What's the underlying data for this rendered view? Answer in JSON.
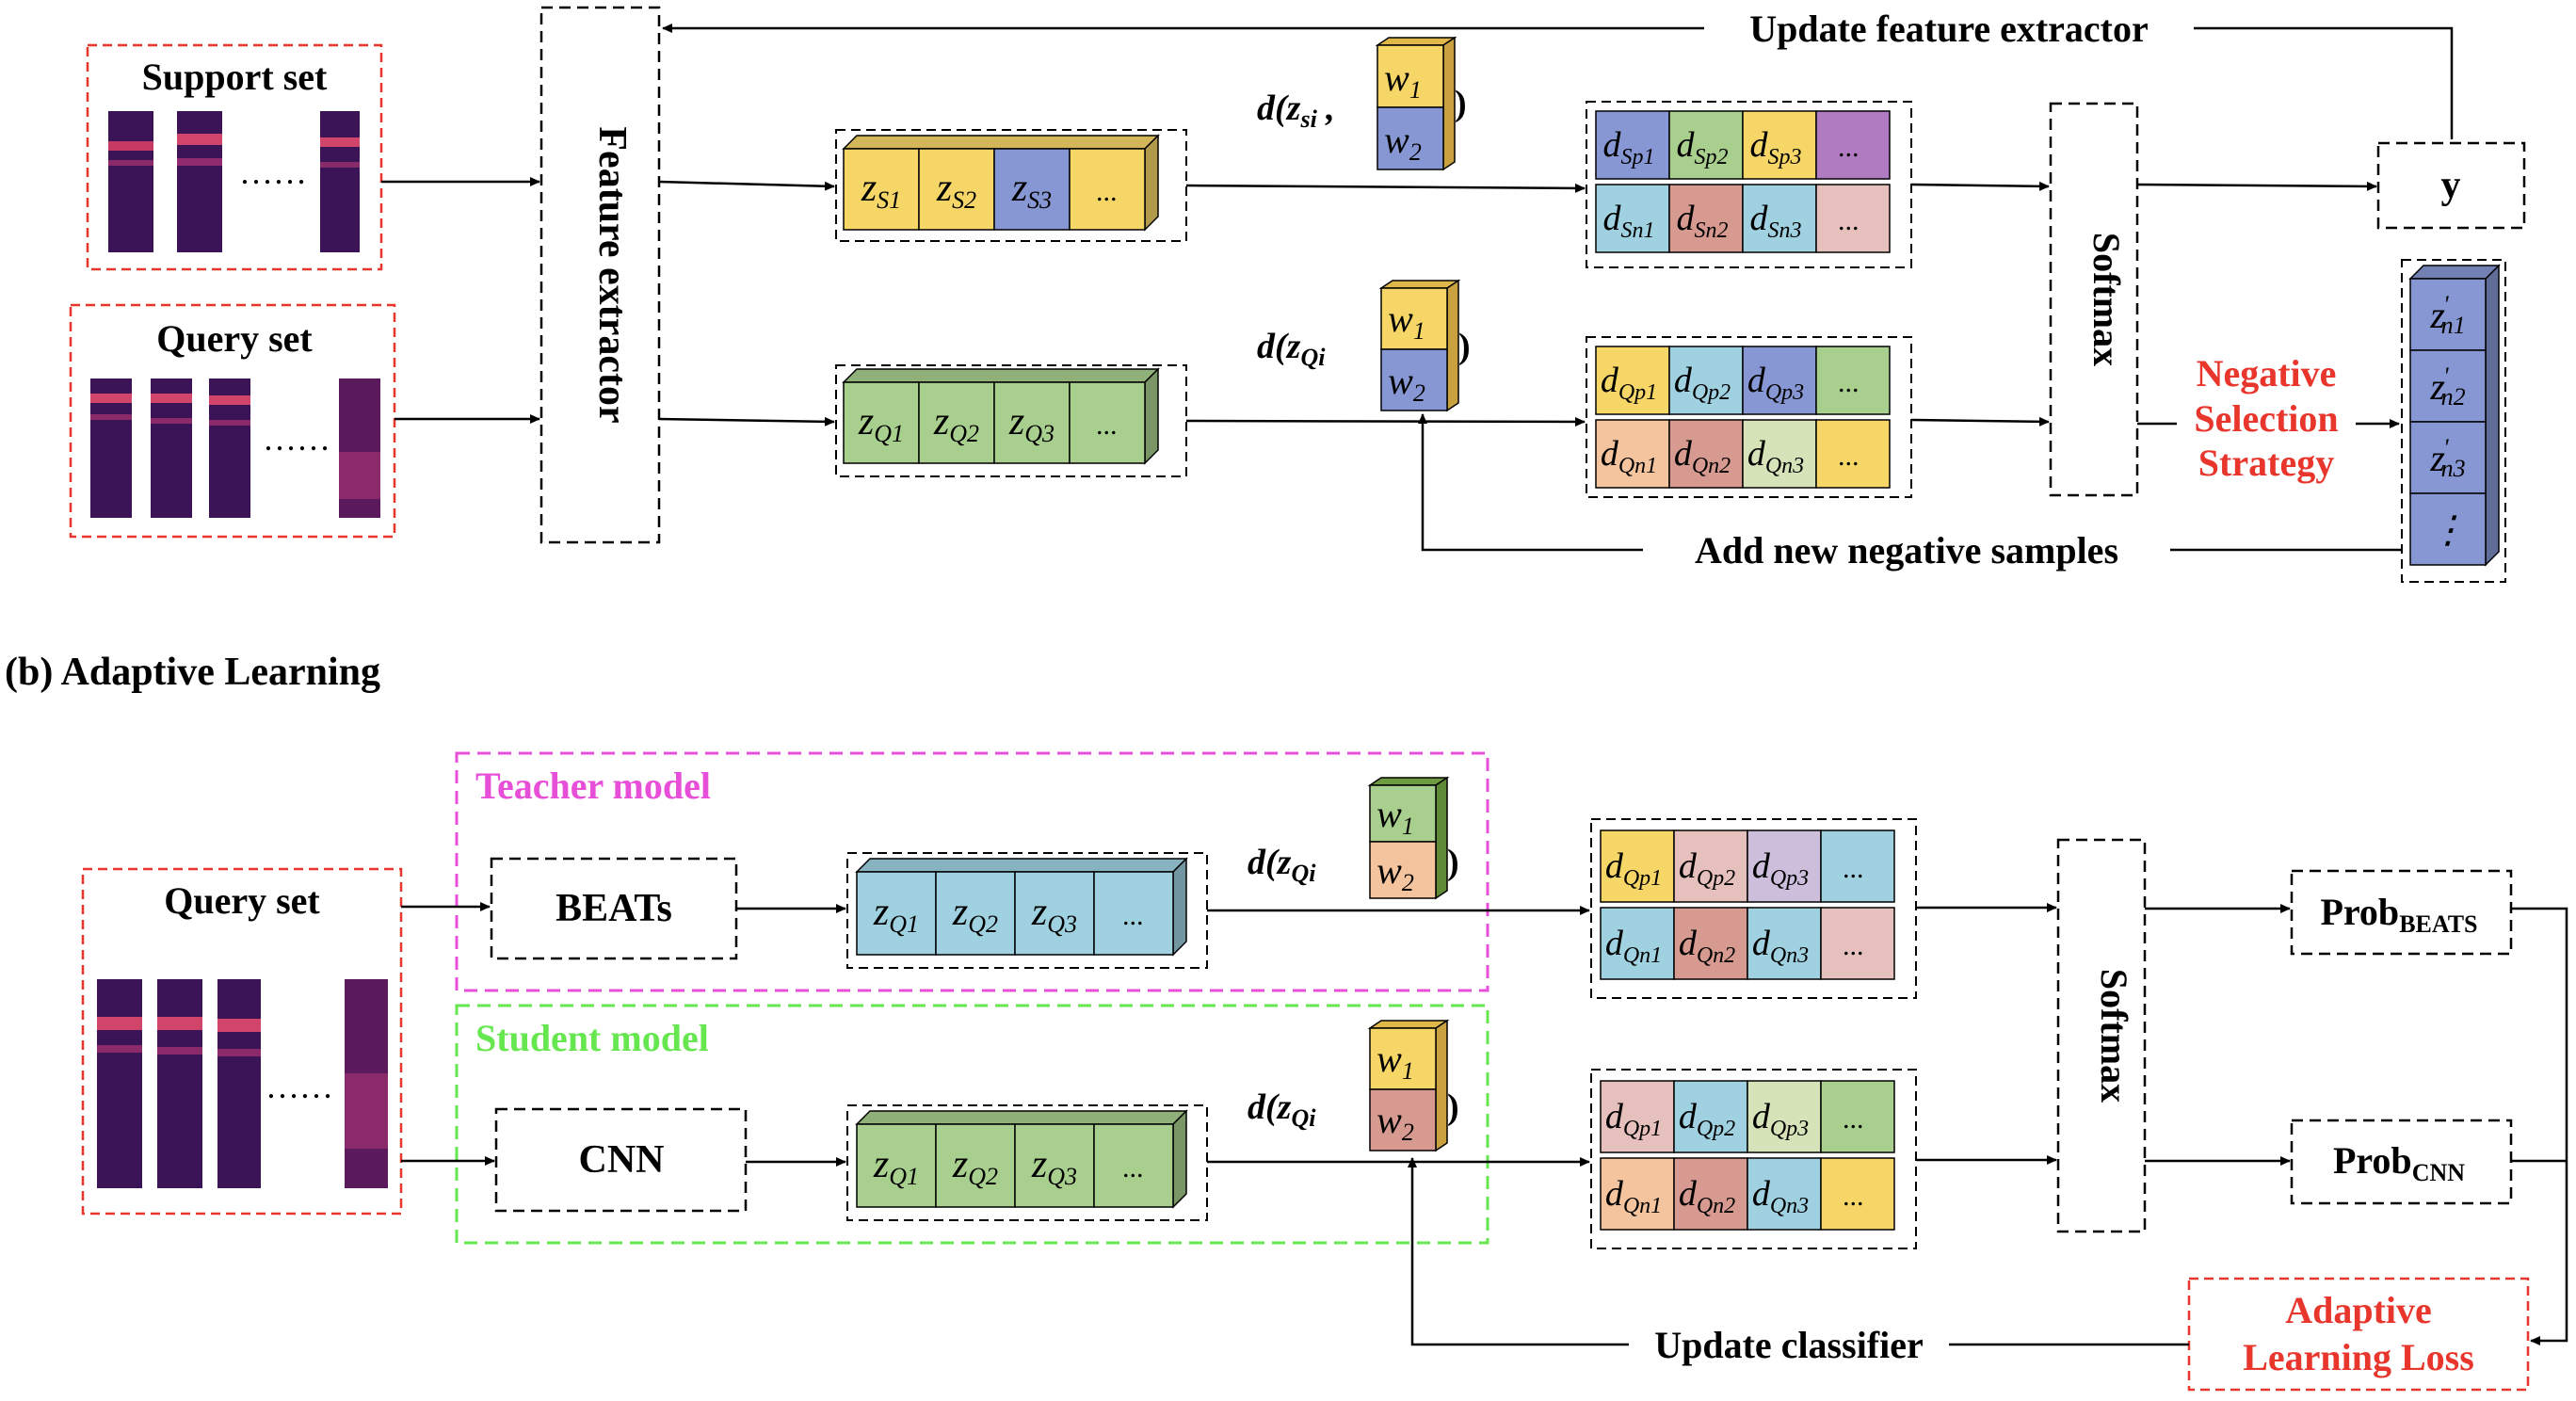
{
  "part_a": {
    "support_set": "Support set",
    "query_set": "Query set",
    "feature_extractor": "Feature extractor",
    "update_feature_extractor": "Update feature extractor",
    "softmax": "Softmax",
    "y_label": "y",
    "negative_selection": [
      "Negative",
      "Selection",
      "Strategy"
    ],
    "add_negative": "Add new negative samples",
    "d_support": "d(z",
    "d_support_sub": "si",
    "d_query": "d(z",
    "d_query_sub": "Qi",
    "w1": "w",
    "w1_sub": "1",
    "w2": "w",
    "w2_sub": "2",
    "zs": [
      {
        "v": "z",
        "s": "S1"
      },
      {
        "v": "z",
        "s": "S2"
      },
      {
        "v": "z",
        "s": "S3"
      },
      {
        "v": "...",
        "s": ""
      }
    ],
    "zq": [
      {
        "v": "z",
        "s": "Q1"
      },
      {
        "v": "z",
        "s": "Q2"
      },
      {
        "v": "z",
        "s": "Q3"
      },
      {
        "v": "...",
        "s": ""
      }
    ],
    "ds_top": [
      {
        "v": "d",
        "s": "Sp1"
      },
      {
        "v": "d",
        "s": "Sp2"
      },
      {
        "v": "d",
        "s": "Sp3"
      },
      {
        "v": "...",
        "s": ""
      }
    ],
    "ds_bot": [
      {
        "v": "d",
        "s": "Sn1"
      },
      {
        "v": "d",
        "s": "Sn2"
      },
      {
        "v": "d",
        "s": "Sn3"
      },
      {
        "v": "...",
        "s": ""
      }
    ],
    "dq_top": [
      {
        "v": "d",
        "s": "Qp1"
      },
      {
        "v": "d",
        "s": "Qp2"
      },
      {
        "v": "d",
        "s": "Qp3"
      },
      {
        "v": "...",
        "s": ""
      }
    ],
    "dq_bot": [
      {
        "v": "d",
        "s": "Qn1"
      },
      {
        "v": "d",
        "s": "Qn2"
      },
      {
        "v": "d",
        "s": "Qn3"
      },
      {
        "v": "...",
        "s": ""
      }
    ],
    "zn": [
      {
        "v": "z",
        "s": "n1"
      },
      {
        "v": "z",
        "s": "n2"
      },
      {
        "v": "z",
        "s": "n3"
      },
      {
        "v": "⋮",
        "s": ""
      }
    ]
  },
  "part_b": {
    "title": "(b) Adaptive Learning",
    "query_set": "Query set",
    "teacher": "Teacher model",
    "student": "Student model",
    "beats": "BEATs",
    "cnn": "CNN",
    "softmax": "Softmax",
    "prob": "Prob",
    "prob_beats_sub": "BEATS",
    "prob_cnn_sub": "CNN",
    "adaptive_loss": [
      "Adaptive",
      "Learning Loss"
    ],
    "update_classifier": "Update classifier",
    "d_label": "d(z",
    "d_sub": "Qi",
    "zq_t": [
      {
        "v": "z",
        "s": "Q1"
      },
      {
        "v": "z",
        "s": "Q2"
      },
      {
        "v": "z",
        "s": "Q3"
      },
      {
        "v": "...",
        "s": ""
      }
    ],
    "zq_s": [
      {
        "v": "z",
        "s": "Q1"
      },
      {
        "v": "z",
        "s": "Q2"
      },
      {
        "v": "z",
        "s": "Q3"
      },
      {
        "v": "...",
        "s": ""
      }
    ],
    "dt_top": [
      {
        "v": "d",
        "s": "Qp1"
      },
      {
        "v": "d",
        "s": "Qp2"
      },
      {
        "v": "d",
        "s": "Qp3"
      },
      {
        "v": "...",
        "s": ""
      }
    ],
    "dt_bot": [
      {
        "v": "d",
        "s": "Qn1"
      },
      {
        "v": "d",
        "s": "Qn2"
      },
      {
        "v": "d",
        "s": "Qn3"
      },
      {
        "v": "...",
        "s": ""
      }
    ],
    "dst_top": [
      {
        "v": "d",
        "s": "Qp1"
      },
      {
        "v": "d",
        "s": "Qp2"
      },
      {
        "v": "d",
        "s": "Qp3"
      },
      {
        "v": "...",
        "s": ""
      }
    ],
    "dst_bot": [
      {
        "v": "d",
        "s": "Qn1"
      },
      {
        "v": "d",
        "s": "Qn2"
      },
      {
        "v": "d",
        "s": "Qn3"
      },
      {
        "v": "...",
        "s": ""
      }
    ]
  },
  "colors": {
    "red": "#e8362d",
    "magenta": "#e84fd8",
    "green": "#66e64f",
    "yellow": "#f7d668",
    "blue": "#8797d4",
    "green_cell": "#a9cf8e",
    "light_blue": "#9fd1e1",
    "purple": "#b07bc1",
    "pink": "#e6c0bd",
    "salmon": "#f4c49e",
    "rose": "#d69a90",
    "lavender": "#cdbfdc",
    "pale_green": "#d6e3b9"
  }
}
